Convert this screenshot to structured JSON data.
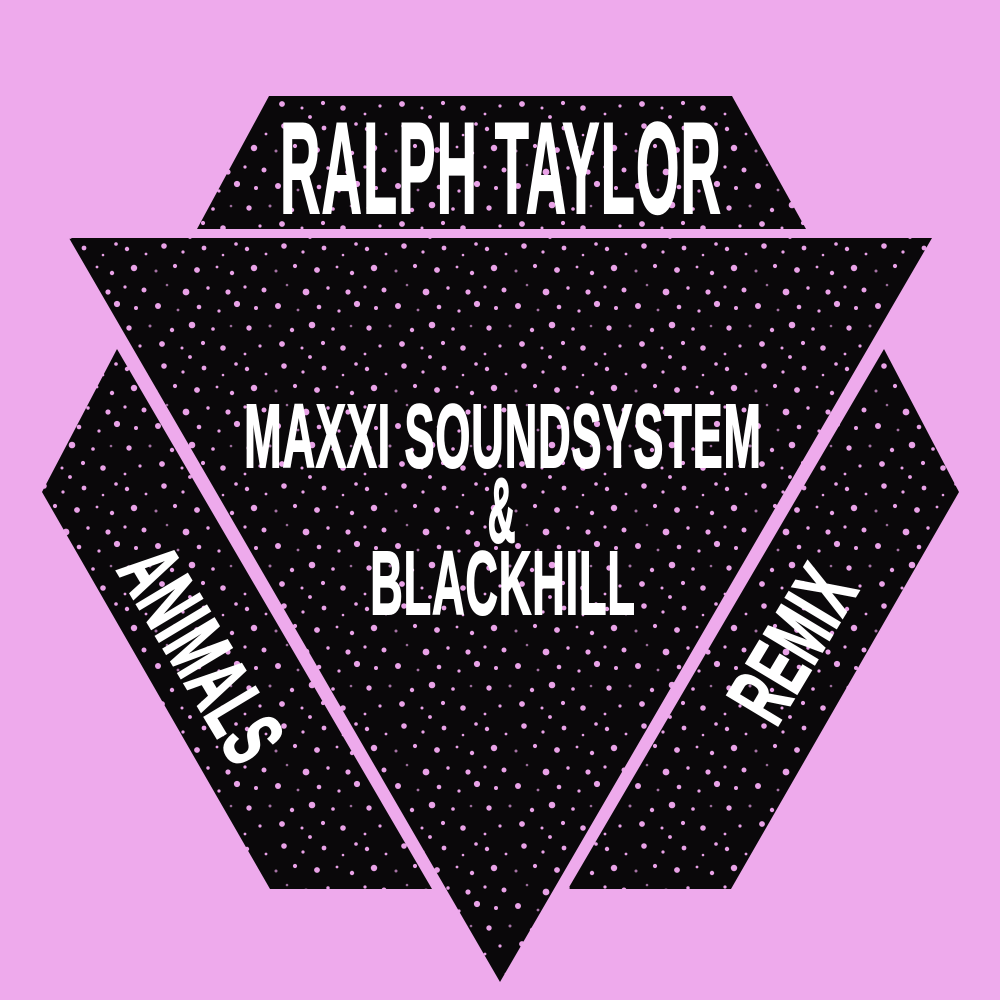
{
  "colors": {
    "background": "#eeaaec",
    "shape_fill": "#0a080a",
    "speckle": "#e9a2e7",
    "text": "#ffffff"
  },
  "artwork": {
    "top_banner": {
      "text": "RALPH TAYLOR"
    },
    "center_triangle": {
      "line1": "MAXXI SOUNDSYSTEM",
      "ampersand": "&",
      "line2": "BLACKHILL"
    },
    "left_band": {
      "text": "ANIMALS"
    },
    "right_band": {
      "text": "REMIX"
    }
  }
}
